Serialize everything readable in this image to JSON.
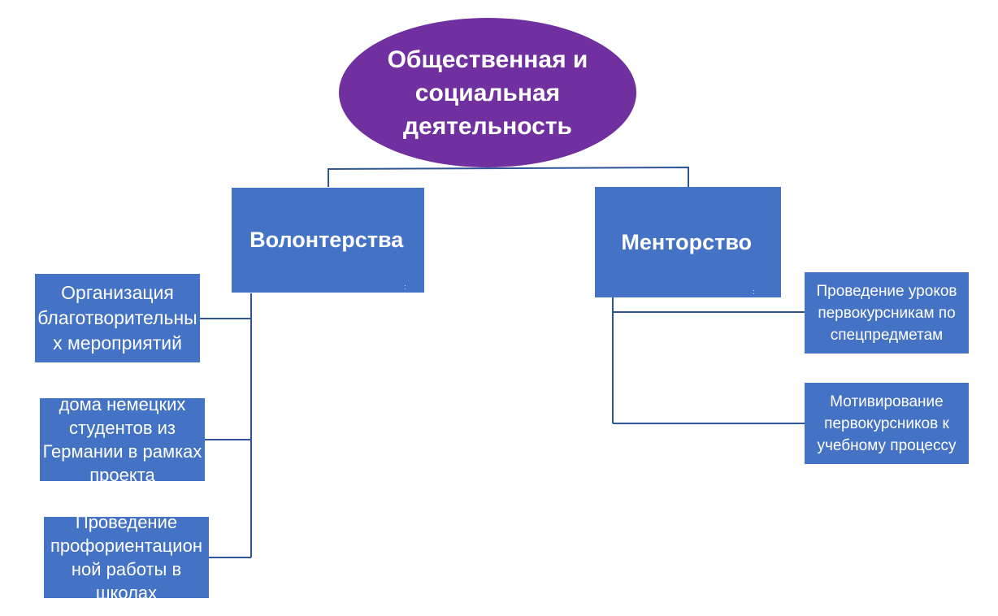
{
  "diagram": {
    "root": {
      "label": "Общественная и социальная деятельность",
      "color": "#7030a0"
    },
    "branches": [
      {
        "label": "Волонтерства",
        "suffix": ":",
        "color": "#4472c4",
        "children": [
          {
            "label": "Организация благотворительных мероприятий"
          },
          {
            "label": "дома немецких студентов из Германии в рамках проекта"
          },
          {
            "label": "Проведение профориентационной работы в школах"
          }
        ]
      },
      {
        "label": "Менторство",
        "suffix": ":",
        "color": "#4472c4",
        "children": [
          {
            "label": "Проведение уроков первокурсникам по спецпредметам"
          },
          {
            "label": "Мотивирование первокурсников к учебному процессу"
          }
        ]
      }
    ],
    "connector_color": "#2f5597"
  }
}
